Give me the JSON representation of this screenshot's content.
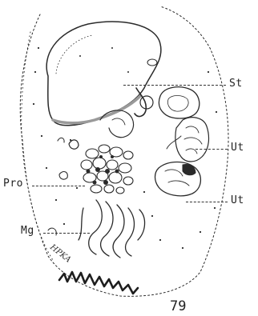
{
  "figure": {
    "number": "79",
    "handwritten_note": "HPKA",
    "colors": {
      "ink": "#2a2a2a",
      "paper": "#ffffff",
      "shade": "#9a9a9a"
    }
  },
  "labels": {
    "stomach": "St",
    "uterus_upper": "Ut",
    "uterus_lower": "Ut",
    "proventriculus": "Pro",
    "midgut": "Mg"
  }
}
